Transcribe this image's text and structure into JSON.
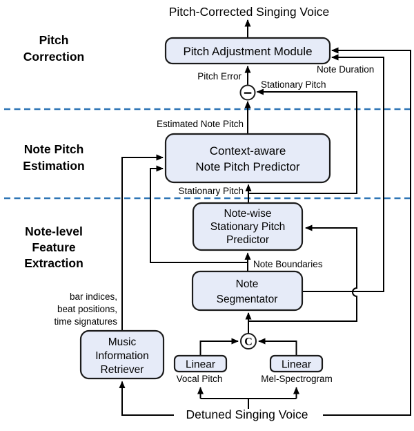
{
  "titles": {
    "output": "Pitch-Corrected Singing Voice",
    "input": "Detuned Singing Voice"
  },
  "section_labels": {
    "pitch_correction": [
      "Pitch",
      "Correction"
    ],
    "note_pitch_estimation": [
      "Note Pitch",
      "Estimation"
    ],
    "note_level_feature_extraction": [
      "Note-level",
      "Feature",
      "Extraction"
    ]
  },
  "boxes": {
    "pitch_adjustment_module": [
      "Pitch Adjustment Module"
    ],
    "context_aware_note_pitch_predictor": [
      "Context-aware",
      "Note Pitch Predictor"
    ],
    "notewise_stationary_pitch_predictor": [
      "Note-wise",
      "Stationary Pitch",
      "Predictor"
    ],
    "note_segmentator": [
      "Note",
      "Segmentator"
    ],
    "music_information_retriever": [
      "Music",
      "Information",
      "Retriever"
    ],
    "linear_vocal": [
      "Linear"
    ],
    "linear_mel": [
      "Linear"
    ]
  },
  "operators": {
    "subtract": "−",
    "concat": "C"
  },
  "edge_labels": {
    "pitch_error": "Pitch Error",
    "stationary_pitch_top": "Stationary Pitch",
    "note_duration": "Note Duration",
    "estimated_note_pitch": "Estimated Note Pitch",
    "stationary_pitch_mid": "Stationary Pitch",
    "note_boundaries": "Note Boundaries",
    "mir_outputs": [
      "bar indices,",
      "beat positions,",
      "time signatures"
    ],
    "vocal_pitch": "Vocal Pitch",
    "mel_spectrogram": "Mel-Spectrogram"
  },
  "colors": {
    "box_fill": "#E6EBF8",
    "box_border": "#1B1B1B",
    "line": "#000000",
    "separator": "#2E75B6",
    "text": "#000000"
  }
}
